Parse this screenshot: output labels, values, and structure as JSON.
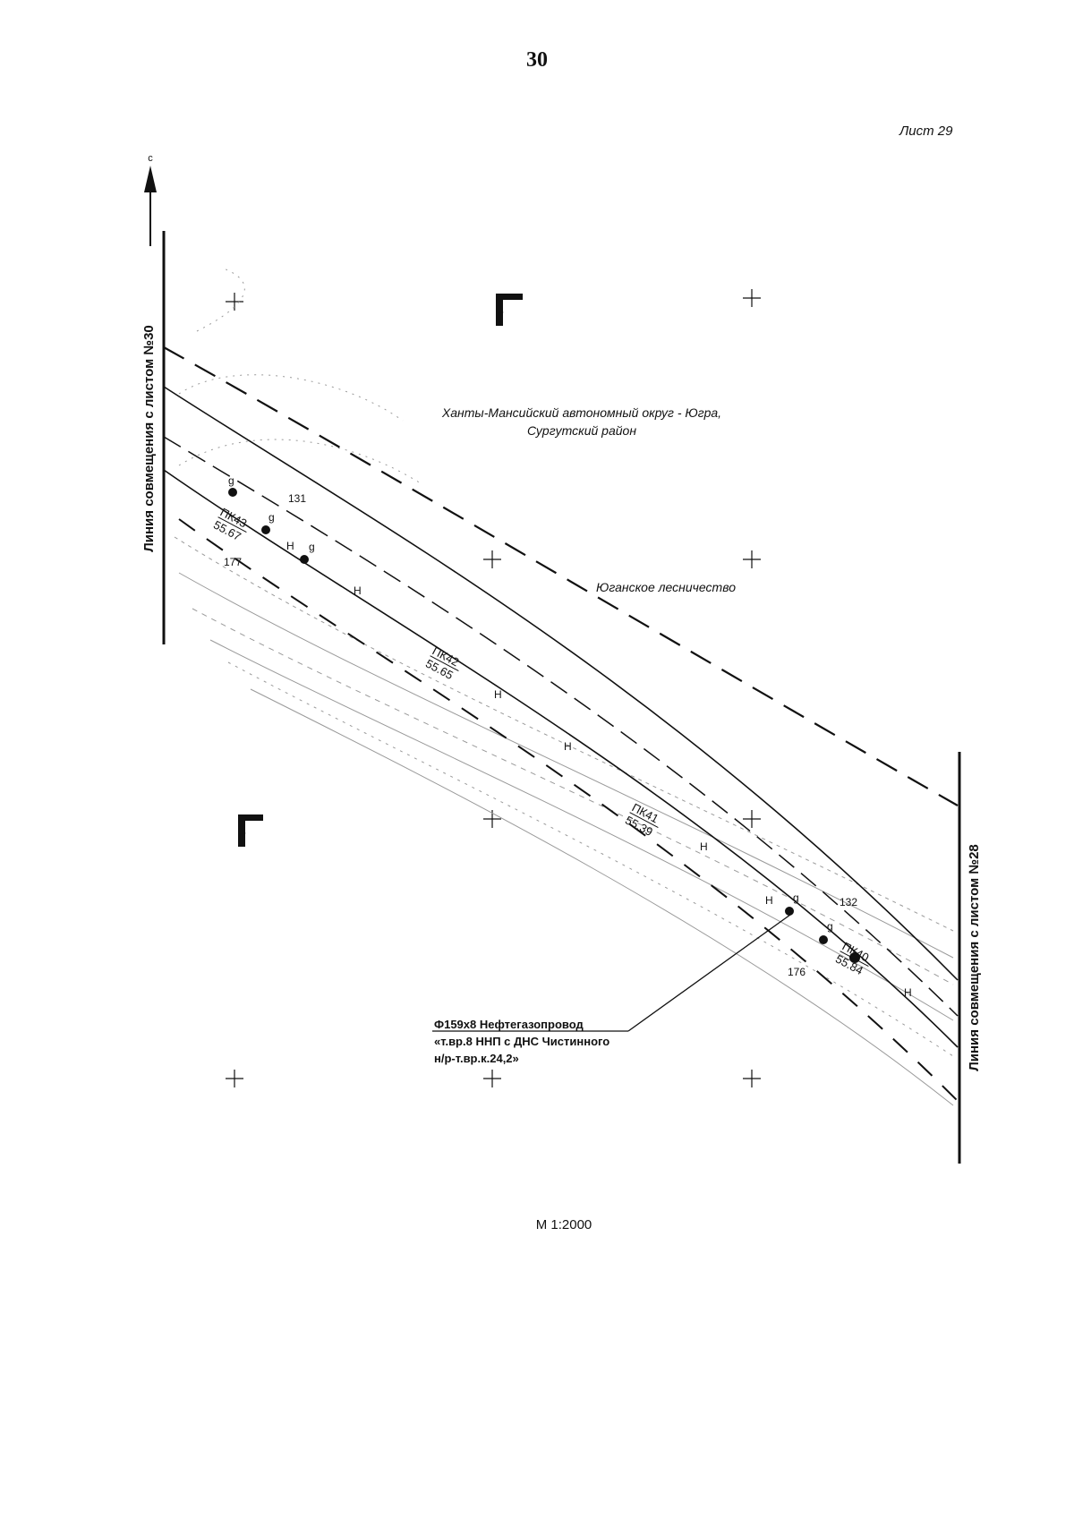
{
  "page_number": "30",
  "sheet_label": "Лист 29",
  "scale_label": "М 1:2000",
  "north_arrow": {
    "label": "с"
  },
  "match_line_left": "Линия совмещения с листом №30",
  "match_line_right": "Линия совмещения с листом №28",
  "region_label": {
    "line1": "Ханты-Мансийский автономный округ - Югра,",
    "line2": "Сургутский район"
  },
  "forestry_label": "Юганское лесничество",
  "pipeline_label": {
    "line1": "Ф159х8 Нефтегазопровод",
    "line2": "«т.вр.8 ННП с ДНС Чистинного",
    "line3": "н/р-т.вр.к.24,2»"
  },
  "pickets": [
    {
      "pk": "ПК43",
      "chainage": "55.67"
    },
    {
      "pk": "ПК42",
      "chainage": "55.65"
    },
    {
      "pk": "ПК41",
      "chainage": "55.39"
    },
    {
      "pk": "ПК40",
      "chainage": "55.84"
    }
  ],
  "point_numbers": [
    "131",
    "177",
    "132",
    "176"
  ],
  "node_symbol": "g",
  "pipe_marker": "Н",
  "section_mark": "Г",
  "colors": {
    "ink": "#111111",
    "grey": "#9a9a9a",
    "paper": "#ffffff"
  }
}
